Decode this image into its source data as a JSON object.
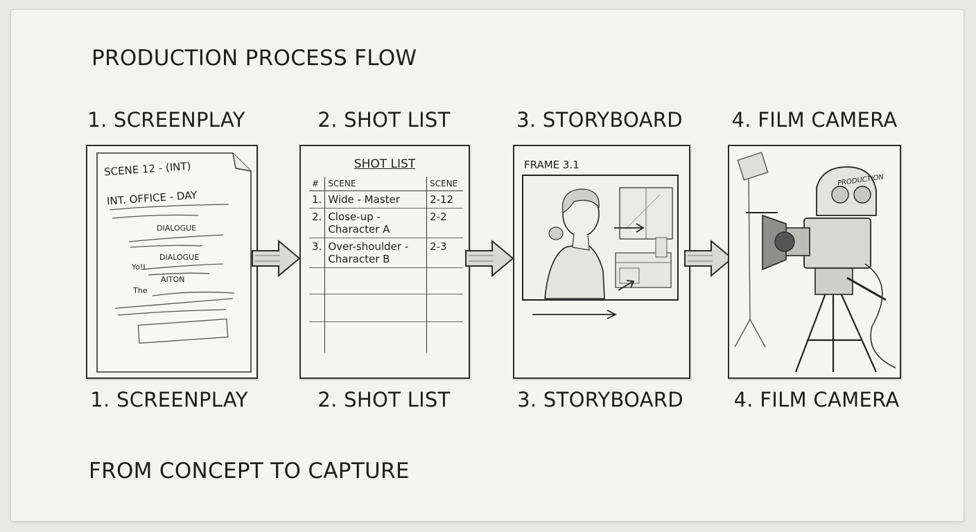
{
  "title": "PRODUCTION PROCESS FLOW",
  "footer": "FROM CONCEPT TO CAPTURE",
  "steps": [
    {
      "label": "1. SCREENPLAY"
    },
    {
      "label": "2. SHOT LIST"
    },
    {
      "label": "3. STORYBOARD"
    },
    {
      "label": "4. FILM CAMERA"
    }
  ],
  "screenplay": {
    "scene_heading": "SCENE 12 - (INT)",
    "slug": "INT. OFFICE - DAY",
    "dialogue_1": "DIALOGUE",
    "dialogue_2": "DIALOGUE",
    "speaker_line": "Yo!I.",
    "action": "AITON",
    "action_line": "The"
  },
  "shot_list": {
    "title": "SHOT LIST",
    "headers": [
      "#",
      "SCENE",
      "SCENE"
    ],
    "rows": [
      {
        "num": "1.",
        "shot": "Wide - Master",
        "scene": "2-12"
      },
      {
        "num": "2.",
        "shot": "Close-up -",
        "shot2": "Character A",
        "scene": "2-2"
      },
      {
        "num": "3.",
        "shot": "Over-shoulder -",
        "shot2": "Character B",
        "scene": "2-3"
      }
    ]
  },
  "storyboard": {
    "frame_label": "FRAME 3.1"
  },
  "camera": {
    "brand": "PRODUCTION"
  }
}
